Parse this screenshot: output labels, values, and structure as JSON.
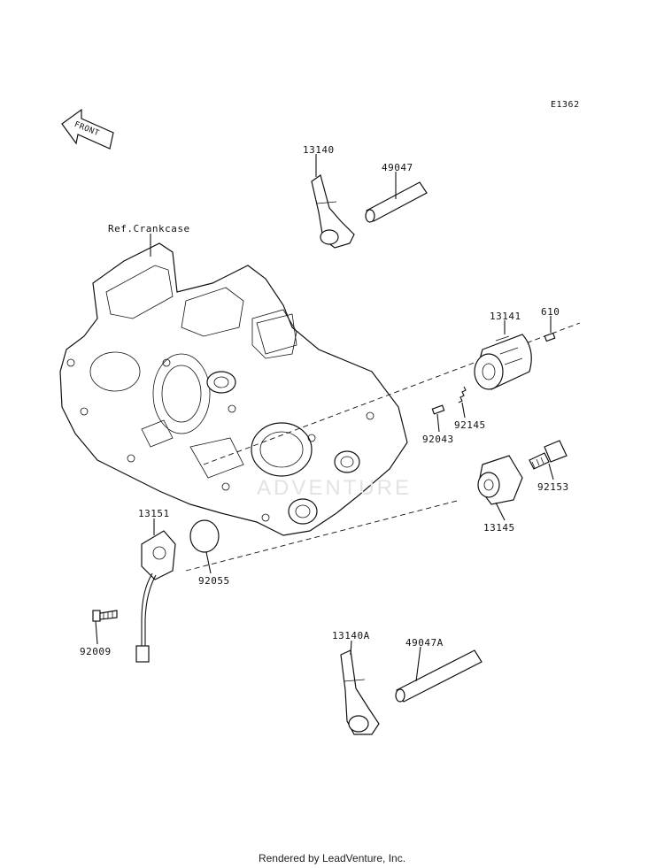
{
  "diagram_code": "E1362",
  "front_label": "FRONT",
  "ref_label": "Ref.Crankcase",
  "watermark": "ADVENTURE",
  "footer": "Rendered by LeadVenture, Inc.",
  "parts": {
    "p13140": "13140",
    "p49047": "49047",
    "p13141": "13141",
    "p610": "610",
    "p92145": "92145",
    "p92043": "92043",
    "p92153": "92153",
    "p13145": "13145",
    "p13151": "13151",
    "p92055": "92055",
    "p92009": "92009",
    "p13140A": "13140A",
    "p49047A": "49047A"
  }
}
